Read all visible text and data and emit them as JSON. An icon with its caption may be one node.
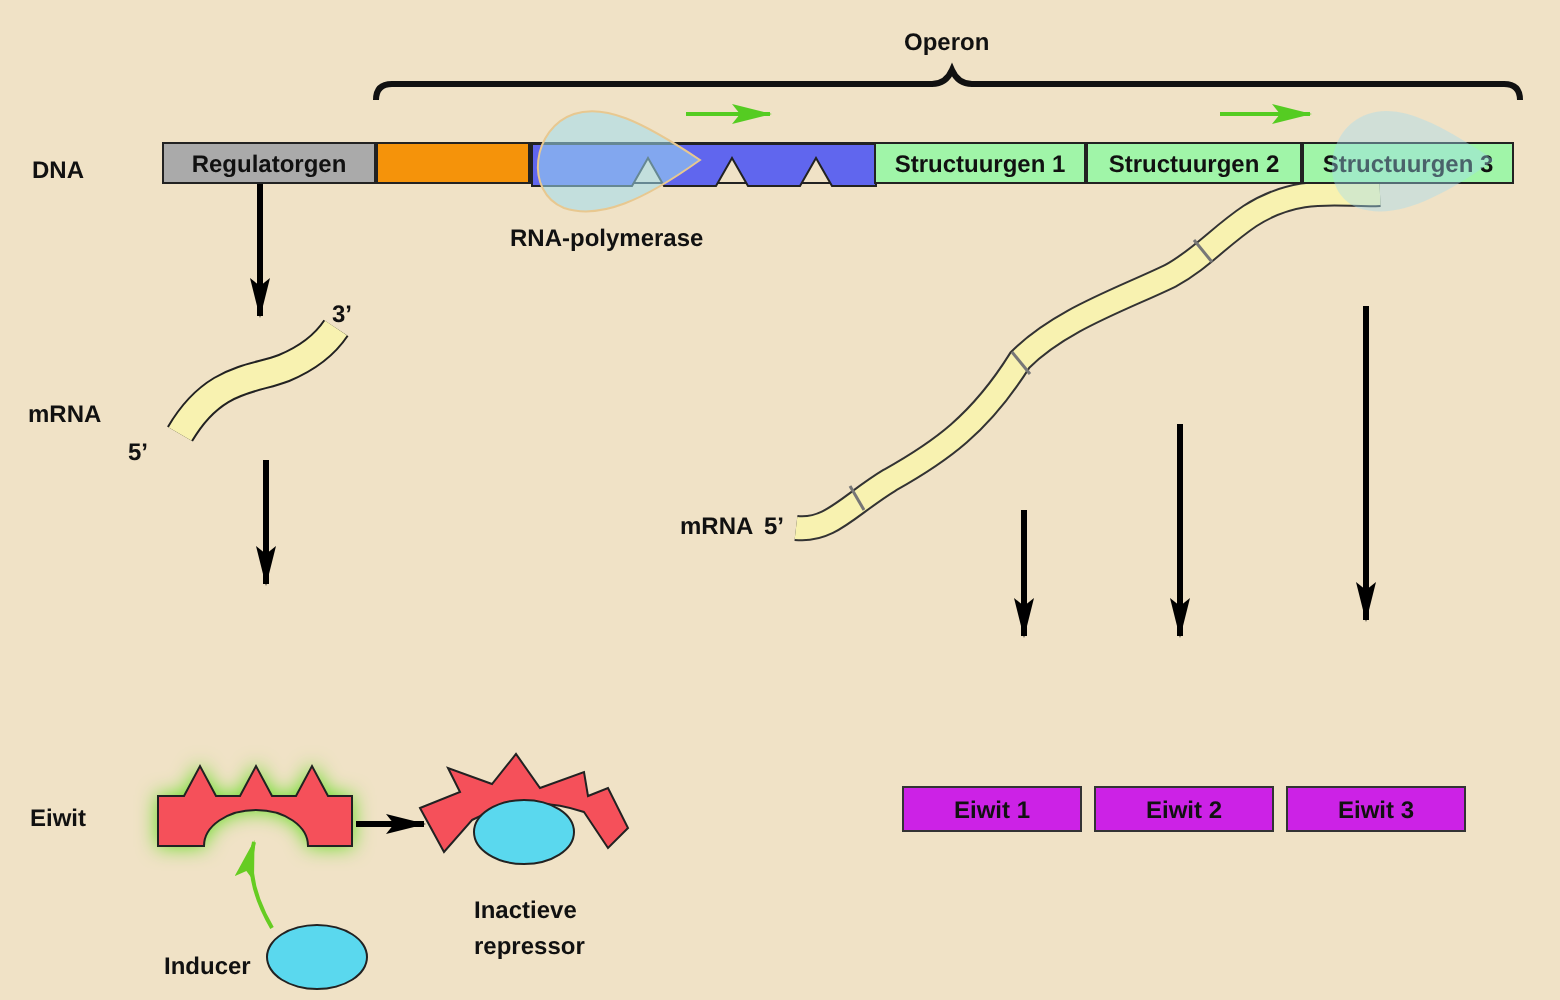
{
  "diagram": {
    "nodes": [
      {
        "text": [
          "Regulatorgen"
        ]
      },
      {
        "text": [],
        "shape": "box"
      },
      {
        "text": [],
        "shape": "box"
      },
      {
        "text": [
          "Structuurgen 1"
        ]
      },
      {
        "text": [
          "Structuurgen 2"
        ]
      },
      {
        "text": [
          "Structuurgen 3"
        ]
      },
      {
        "text": [],
        "shape": "picture"
      },
      {
        "text": [],
        "shape": "picture"
      },
      {
        "text": [],
        "shape": "picture",
        "beside": [
          "Inactieve repressor"
        ]
      },
      {
        "text": [],
        "shape": "ellipse",
        "beside": [
          "Inducer"
        ]
      },
      {
        "text": [
          "Eiwit 1"
        ]
      },
      {
        "text": [
          "Eiwit 2"
        ]
      },
      {
        "text": [
          "Eiwit 3"
        ]
      }
    ],
    "edges": [
      {
        "from": 0,
        "to": 6,
        "arrow": "to"
      },
      {
        "from": 6,
        "to": null,
        "arrow": "to"
      },
      {
        "from": 7,
        "to": 8,
        "arrow": "to"
      },
      {
        "from": 9,
        "to": 7,
        "arrow": "to",
        "color": "#66cc22"
      }
    ],
    "labels": [
      "Operon",
      "DNA",
      "RNA-polymerase",
      "3’",
      "mRNA",
      "5’",
      "mRNA",
      "5’",
      "Eiwit"
    ]
  }
}
